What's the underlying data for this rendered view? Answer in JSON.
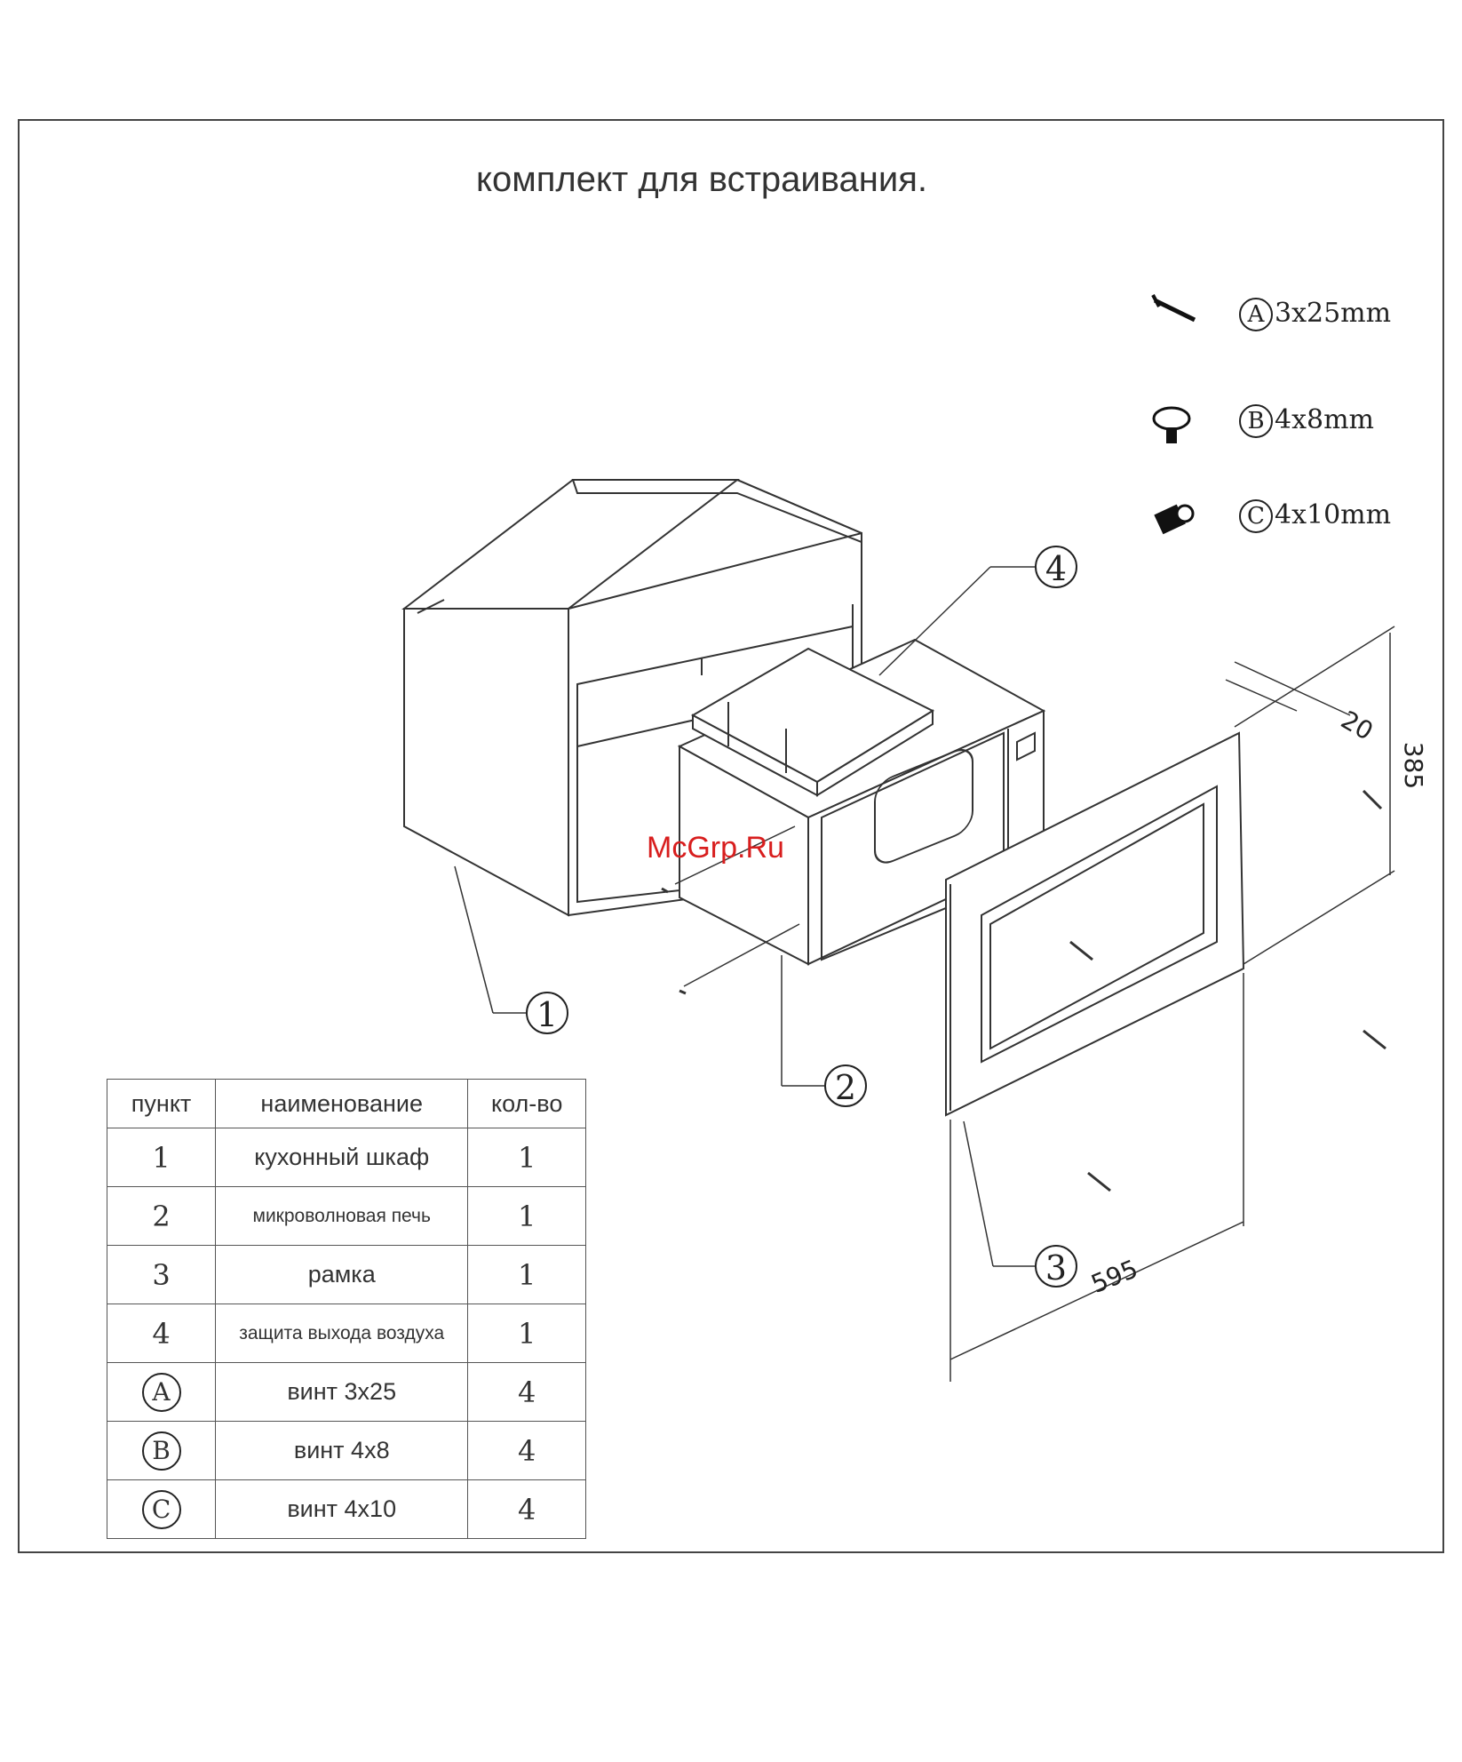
{
  "title": "комплект для встраивания.",
  "watermark": "McGrp.Ru",
  "screws": [
    {
      "letter": "A",
      "size": "3x25mm",
      "icon": "long-screw-icon"
    },
    {
      "letter": "B",
      "size": "4x8mm",
      "icon": "short-screw-icon"
    },
    {
      "letter": "C",
      "size": "4x10mm",
      "icon": "bolt-screw-icon"
    }
  ],
  "callouts": [
    "1",
    "2",
    "3",
    "4"
  ],
  "dimensions": {
    "depth": "20",
    "height": "385",
    "width": "595"
  },
  "table": {
    "headers": [
      "пункт",
      "наименование",
      "кол-во"
    ],
    "rows": [
      {
        "item": "1",
        "name": "кухонный шкаф",
        "qty": "1"
      },
      {
        "item": "2",
        "name": "микроволновая печь",
        "qty": "1"
      },
      {
        "item": "3",
        "name": "рамка",
        "qty": "1"
      },
      {
        "item": "4",
        "name": "защита выхода воздуха",
        "qty": "1"
      },
      {
        "item": "A",
        "name": "винт 3x25",
        "qty": "4"
      },
      {
        "item": "B",
        "name": "винт 4x8",
        "qty": "4"
      },
      {
        "item": "C",
        "name": "винт 4x10",
        "qty": "4"
      }
    ]
  }
}
